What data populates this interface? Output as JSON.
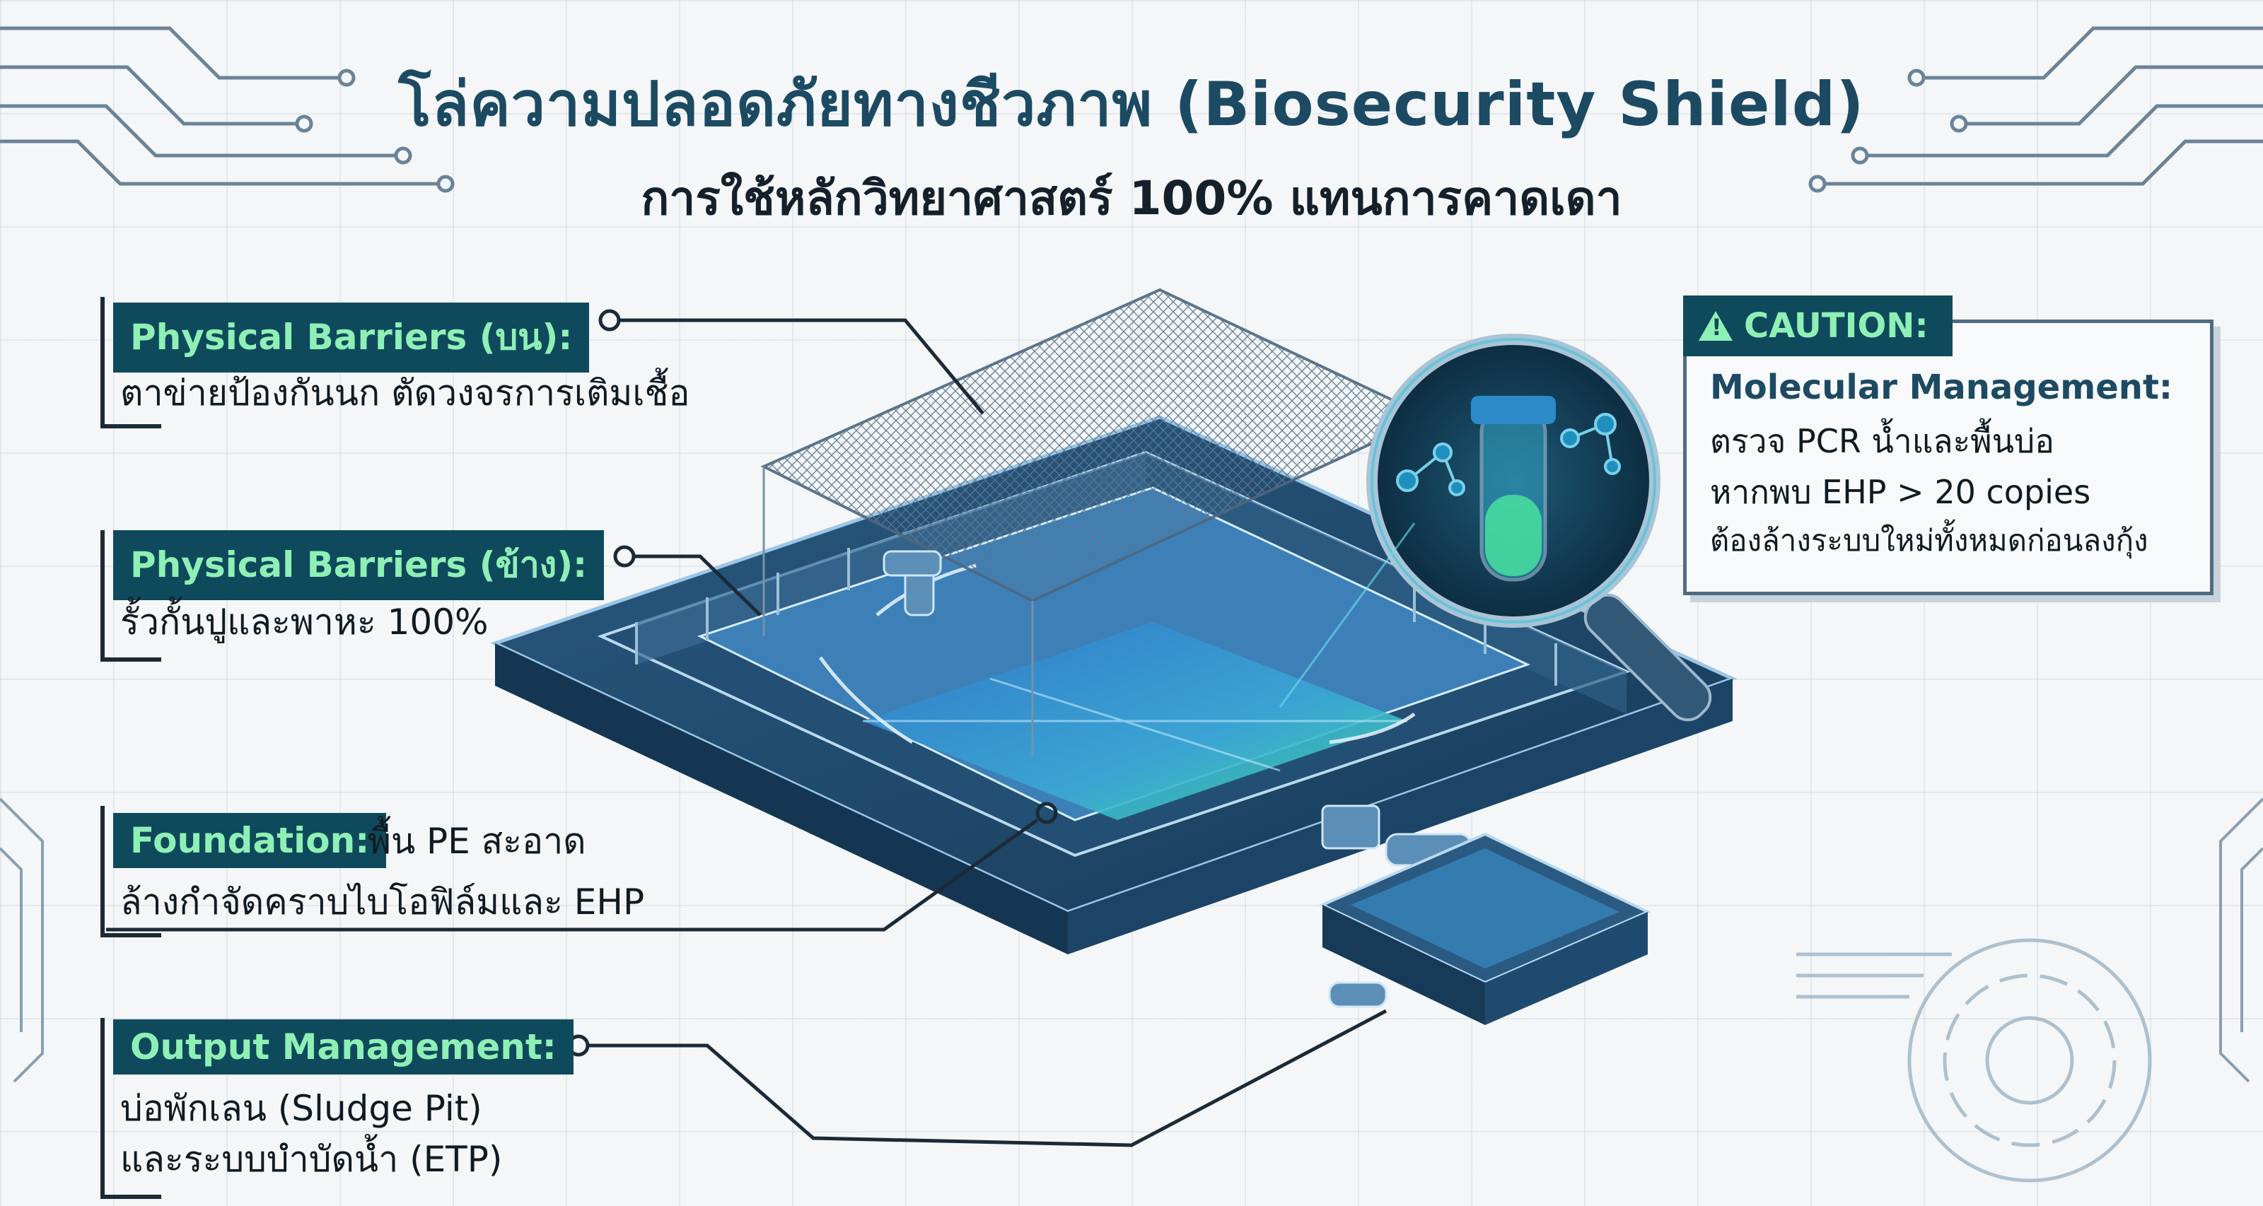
{
  "header": {
    "title": "โล่ความปลอดภัยทางชีวภาพ (Biosecurity Shield)",
    "subtitle": "การใช้หลักวิทยาศาสตร์ 100% แทนการคาดเดา"
  },
  "callouts": [
    {
      "label": "Physical Barriers (บน):",
      "lines": [
        "ตาข่ายป้องกันนก ตัดวงจรการเติมเชื้อ"
      ]
    },
    {
      "label": "Physical Barriers (ข้าง):",
      "lines": [
        "รั้วกั้นปูและพาหะ 100%"
      ]
    },
    {
      "label": "Foundation:",
      "inline": "พื้น PE สะอาด",
      "lines": [
        "ล้างกำจัดคราบไบโอฟิล์มและ EHP"
      ]
    },
    {
      "label": "Output Management:",
      "lines": [
        "บ่อพักเลน (Sludge Pit)",
        "และระบบบำบัดน้ำ (ETP)"
      ]
    }
  ],
  "caution": {
    "tag": "CAUTION:",
    "title": "Molecular Management:",
    "lines": [
      "ตรวจ PCR น้ำและพื้นบ่อ",
      "หากพบ EHP > 20 copies",
      "ต้องล้างระบบใหม่ทั้งหมดก่อนลงกุ้ง"
    ]
  },
  "colors": {
    "accent": "#0f4a5c",
    "label_text": "#8ff0b6",
    "title": "#1c4a63",
    "pond_blue": "#2f6fb0",
    "water_green": "#38d6a0"
  },
  "icons": [
    "warning-icon",
    "magnifier-icon",
    "test-tube-icon",
    "molecule-icon",
    "pipe-icon",
    "circuit-trace"
  ]
}
